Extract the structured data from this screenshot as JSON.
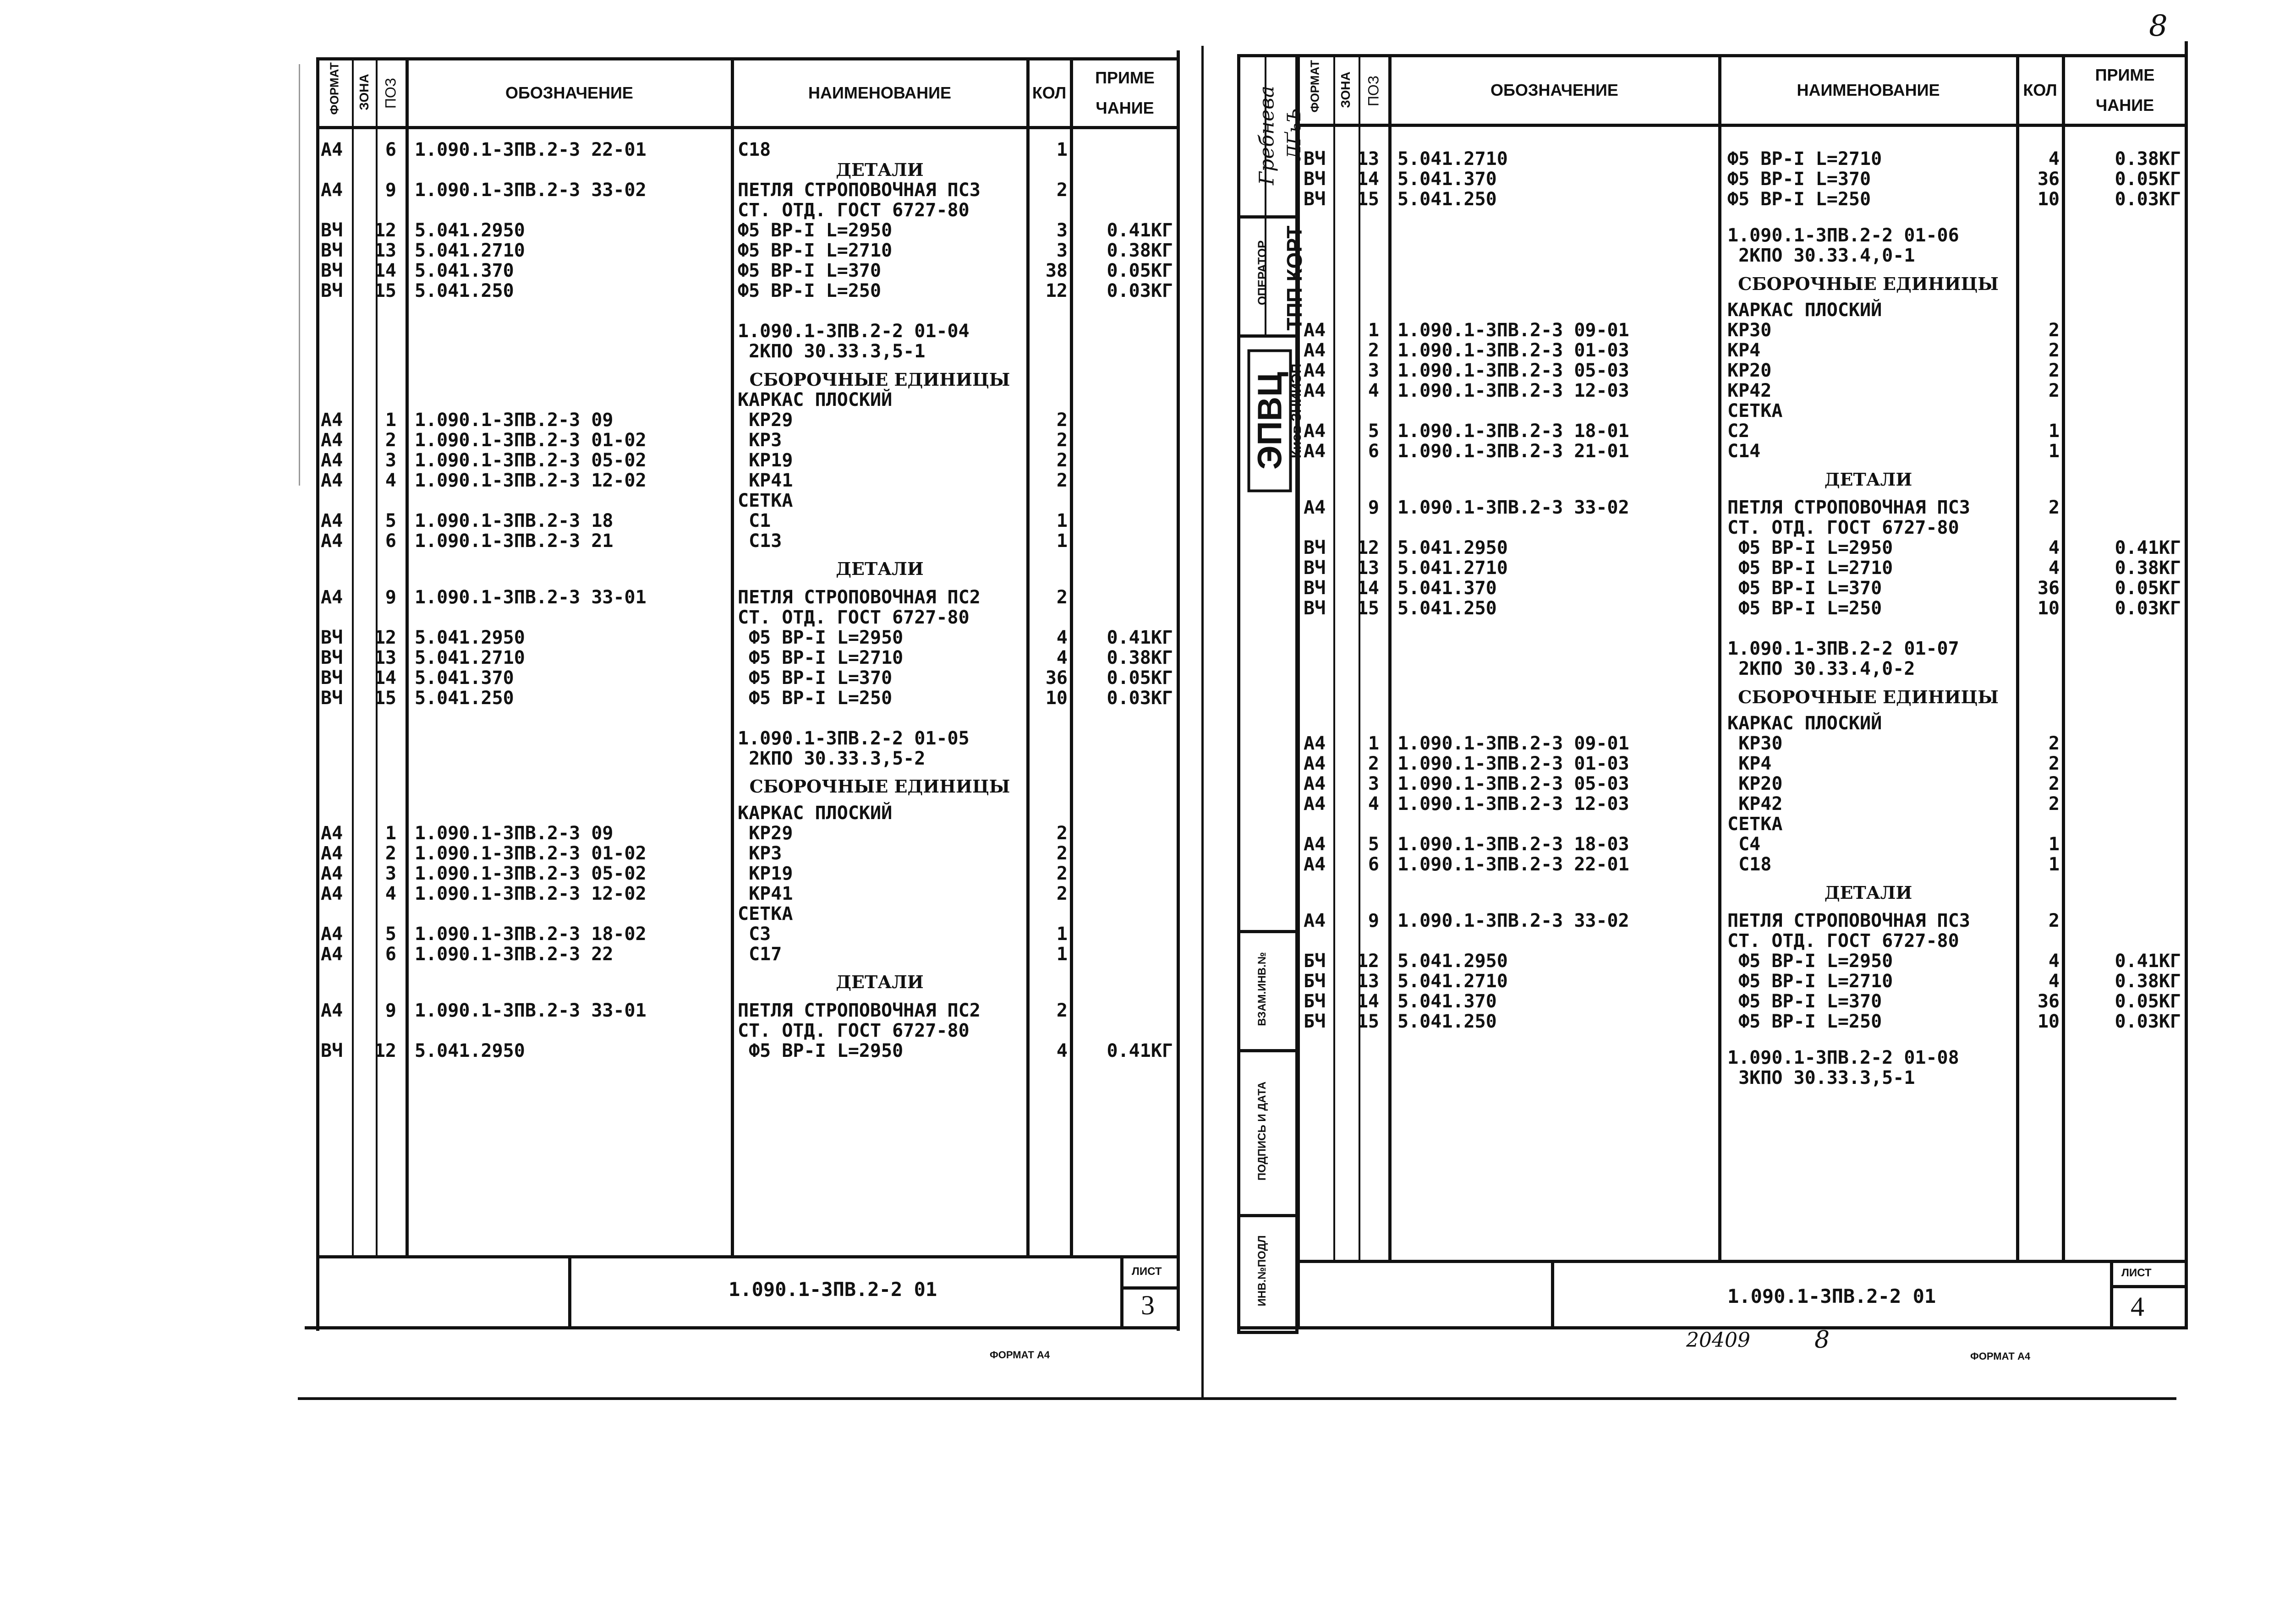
{
  "headers": {
    "format": "ФОРМАТ",
    "zone": "ЗОНА",
    "pos": "ПОЗ",
    "designation": "ОБОЗНАЧЕНИЕ",
    "name": "НАИМЕНОВАНИЕ",
    "qty": "КОЛ",
    "note1": "ПРИМЕ",
    "note2": "ЧАНИЕ"
  },
  "left_sheet": {
    "rows": [
      {
        "f": "А4",
        "p": "6",
        "d": "1.090.1-3ПВ.2-3 22-01",
        "n": "С18",
        "q": "1",
        "m": ""
      },
      {
        "h": "ДЕТАЛИ"
      },
      {
        "f": "А4",
        "p": "9",
        "d": "1.090.1-3ПВ.2-3 33-02",
        "n": "ПЕТЛЯ СТРОПОВОЧНАЯ ПС3",
        "q": "2",
        "m": ""
      },
      {
        "f": "",
        "p": "",
        "d": "",
        "n": "СТ. ОТД. ГОСТ 6727-80",
        "q": "",
        "m": ""
      },
      {
        "f": "ВЧ",
        "p": "12",
        "d": "5.041.2950",
        "n": "Ф5 ВР-I L=2950",
        "q": "3",
        "m": "0.41КГ"
      },
      {
        "f": "ВЧ",
        "p": "13",
        "d": "5.041.2710",
        "n": "Ф5 ВР-I L=2710",
        "q": "3",
        "m": "0.38КГ"
      },
      {
        "f": "ВЧ",
        "p": "14",
        "d": "5.041.370",
        "n": "Ф5 ВР-I L=370",
        "q": "38",
        "m": "0.05КГ"
      },
      {
        "f": "ВЧ",
        "p": "15",
        "d": "5.041.250",
        "n": "Ф5 ВР-I L=250",
        "q": "12",
        "m": "0.03КГ"
      },
      {
        "sp": 1
      },
      {
        "f": "",
        "p": "",
        "d": "",
        "n": "1.090.1-3ПВ.2-2 01-04",
        "q": "",
        "m": ""
      },
      {
        "f": "",
        "p": "",
        "d": "",
        "n": " 2КПО 30.33.3,5-1",
        "q": "",
        "m": ""
      },
      {
        "sp": 0.4
      },
      {
        "h": "СБОРОЧНЫЕ ЕДИНИЦЫ"
      },
      {
        "f": "",
        "p": "",
        "d": "",
        "n": "КАРКАС ПЛОСКИЙ",
        "q": "",
        "m": ""
      },
      {
        "f": "А4",
        "p": "1",
        "d": "1.090.1-3ПВ.2-3 09",
        "n": " КР29",
        "q": "2",
        "m": ""
      },
      {
        "f": "А4",
        "p": "2",
        "d": "1.090.1-3ПВ.2-3 01-02",
        "n": " КР3",
        "q": "2",
        "m": ""
      },
      {
        "f": "А4",
        "p": "3",
        "d": "1.090.1-3ПВ.2-3 05-02",
        "n": " КР19",
        "q": "2",
        "m": ""
      },
      {
        "f": "А4",
        "p": "4",
        "d": "1.090.1-3ПВ.2-3 12-02",
        "n": " КР41",
        "q": "2",
        "m": ""
      },
      {
        "f": "",
        "p": "",
        "d": "",
        "n": "СЕТКА",
        "q": "",
        "m": ""
      },
      {
        "f": "А4",
        "p": "5",
        "d": "1.090.1-3ПВ.2-3 18",
        "n": " С1",
        "q": "1",
        "m": ""
      },
      {
        "f": "А4",
        "p": "6",
        "d": "1.090.1-3ПВ.2-3 21",
        "n": " С13",
        "q": "1",
        "m": ""
      },
      {
        "sp": 0.4
      },
      {
        "h": "ДЕТАЛИ"
      },
      {
        "sp": 0.4
      },
      {
        "f": "А4",
        "p": "9",
        "d": "1.090.1-3ПВ.2-3 33-01",
        "n": "ПЕТЛЯ СТРОПОВОЧНАЯ ПС2",
        "q": "2",
        "m": ""
      },
      {
        "f": "",
        "p": "",
        "d": "",
        "n": "СТ. ОТД. ГОСТ 6727-80",
        "q": "",
        "m": ""
      },
      {
        "f": "ВЧ",
        "p": "12",
        "d": "5.041.2950",
        "n": " Ф5 ВР-I L=2950",
        "q": "4",
        "m": "0.41КГ"
      },
      {
        "f": "ВЧ",
        "p": "13",
        "d": "5.041.2710",
        "n": " Ф5 ВР-I L=2710",
        "q": "4",
        "m": "0.38КГ"
      },
      {
        "f": "ВЧ",
        "p": "14",
        "d": "5.041.370",
        "n": " Ф5 ВР-I L=370",
        "q": "36",
        "m": "0.05КГ"
      },
      {
        "f": "ВЧ",
        "p": "15",
        "d": "5.041.250",
        "n": " Ф5 ВР-I L=250",
        "q": "10",
        "m": "0.03КГ"
      },
      {
        "sp": 1
      },
      {
        "f": "",
        "p": "",
        "d": "",
        "n": "1.090.1-3ПВ.2-2 01-05",
        "q": "",
        "m": ""
      },
      {
        "f": "",
        "p": "",
        "d": "",
        "n": " 2КПО 30.33.3,5-2",
        "q": "",
        "m": ""
      },
      {
        "sp": 0.4
      },
      {
        "h": "СБОРОЧНЫЕ ЕДИНИЦЫ"
      },
      {
        "sp": 0.3
      },
      {
        "f": "",
        "p": "",
        "d": "",
        "n": "КАРКАС ПЛОСКИЙ",
        "q": "",
        "m": ""
      },
      {
        "f": "А4",
        "p": "1",
        "d": "1.090.1-3ПВ.2-3 09",
        "n": " КР29",
        "q": "2",
        "m": ""
      },
      {
        "f": "А4",
        "p": "2",
        "d": "1.090.1-3ПВ.2-3 01-02",
        "n": " КР3",
        "q": "2",
        "m": ""
      },
      {
        "f": "А4",
        "p": "3",
        "d": "1.090.1-3ПВ.2-3 05-02",
        "n": " КР19",
        "q": "2",
        "m": ""
      },
      {
        "f": "А4",
        "p": "4",
        "d": "1.090.1-3ПВ.2-3 12-02",
        "n": " КР41",
        "q": "2",
        "m": ""
      },
      {
        "f": "",
        "p": "",
        "d": "",
        "n": "СЕТКА",
        "q": "",
        "m": ""
      },
      {
        "f": "А4",
        "p": "5",
        "d": "1.090.1-3ПВ.2-3 18-02",
        "n": " С3",
        "q": "1",
        "m": ""
      },
      {
        "f": "А4",
        "p": "6",
        "d": "1.090.1-3ПВ.2-3 22",
        "n": " С17",
        "q": "1",
        "m": ""
      },
      {
        "sp": 0.4
      },
      {
        "h": "ДЕТАЛИ"
      },
      {
        "sp": 0.4
      },
      {
        "f": "А4",
        "p": "9",
        "d": "1.090.1-3ПВ.2-3 33-01",
        "n": "ПЕТЛЯ СТРОПОВОЧНАЯ ПС2",
        "q": "2",
        "m": ""
      },
      {
        "f": "",
        "p": "",
        "d": "",
        "n": "СТ. ОТД. ГОСТ 6727-80",
        "q": "",
        "m": ""
      },
      {
        "f": "ВЧ",
        "p": "12",
        "d": "5.041.2950",
        "n": " Ф5 ВР-I L=2950",
        "q": "4",
        "m": "0.41КГ"
      }
    ],
    "footer_code": "1.090.1-3ПВ.2-2 01",
    "sheet_label": "ЛИСТ",
    "sheet_number": "3",
    "format_label": "ФОРМАТ А4"
  },
  "right_sheet": {
    "rows": [
      {
        "f": "ВЧ",
        "p": "13",
        "d": "5.041.2710",
        "n": "Ф5 ВР-I L=2710",
        "q": "4",
        "m": "0.38КГ"
      },
      {
        "f": "ВЧ",
        "p": "14",
        "d": "5.041.370",
        "n": "Ф5 ВР-I L=370",
        "q": "36",
        "m": "0.05КГ"
      },
      {
        "f": "ВЧ",
        "p": "15",
        "d": "5.041.250",
        "n": "Ф5 ВР-I L=250",
        "q": "10",
        "m": "0.03КГ"
      },
      {
        "sp": 0.8
      },
      {
        "f": "",
        "p": "",
        "d": "",
        "n": "1.090.1-3ПВ.2-2 01-06",
        "q": "",
        "m": ""
      },
      {
        "f": "",
        "p": "",
        "d": "",
        "n": " 2КПО 30.33.4,0-1",
        "q": "",
        "m": ""
      },
      {
        "sp": 0.4
      },
      {
        "h": "СБОРОЧНЫЕ ЕДИНИЦЫ"
      },
      {
        "sp": 0.3
      },
      {
        "f": "",
        "p": "",
        "d": "",
        "n": "КАРКАС ПЛОСКИЙ",
        "q": "",
        "m": ""
      },
      {
        "f": "А4",
        "p": "1",
        "d": "1.090.1-3ПВ.2-3 09-01",
        "n": "КР30",
        "q": "2",
        "m": ""
      },
      {
        "f": "А4",
        "p": "2",
        "d": "1.090.1-3ПВ.2-3 01-03",
        "n": "КР4",
        "q": "2",
        "m": ""
      },
      {
        "f": "А4",
        "p": "3",
        "d": "1.090.1-3ПВ.2-3 05-03",
        "n": "КР20",
        "q": "2",
        "m": ""
      },
      {
        "f": "А4",
        "p": "4",
        "d": "1.090.1-3ПВ.2-3 12-03",
        "n": "КР42",
        "q": "2",
        "m": ""
      },
      {
        "f": "",
        "p": "",
        "d": "",
        "n": "СЕТКА",
        "q": "",
        "m": ""
      },
      {
        "f": "А4",
        "p": "5",
        "d": "1.090.1-3ПВ.2-3 18-01",
        "n": "С2",
        "q": "1",
        "m": ""
      },
      {
        "f": "А4",
        "p": "6",
        "d": "1.090.1-3ПВ.2-3 21-01",
        "n": "С14",
        "q": "1",
        "m": ""
      },
      {
        "sp": 0.4
      },
      {
        "h": "ДЕТАЛИ"
      },
      {
        "sp": 0.4
      },
      {
        "f": "А4",
        "p": "9",
        "d": "1.090.1-3ПВ.2-3 33-02",
        "n": "ПЕТЛЯ СТРОПОВОЧНАЯ ПС3",
        "q": "2",
        "m": ""
      },
      {
        "f": "",
        "p": "",
        "d": "",
        "n": "СТ. ОТД. ГОСТ 6727-80",
        "q": "",
        "m": ""
      },
      {
        "f": "ВЧ",
        "p": "12",
        "d": "5.041.2950",
        "n": " Ф5 ВР-I L=2950",
        "q": "4",
        "m": "0.41КГ"
      },
      {
        "f": "ВЧ",
        "p": "13",
        "d": "5.041.2710",
        "n": " Ф5 ВР-I L=2710",
        "q": "4",
        "m": "0.38КГ"
      },
      {
        "f": "ВЧ",
        "p": "14",
        "d": "5.041.370",
        "n": " Ф5 ВР-I L=370",
        "q": "36",
        "m": "0.05КГ"
      },
      {
        "f": "ВЧ",
        "p": "15",
        "d": "5.041.250",
        "n": " Ф5 ВР-I L=250",
        "q": "10",
        "m": "0.03КГ"
      },
      {
        "sp": 1
      },
      {
        "f": "",
        "p": "",
        "d": "",
        "n": "1.090.1-3ПВ.2-2 01-07",
        "q": "",
        "m": ""
      },
      {
        "f": "",
        "p": "",
        "d": "",
        "n": " 2КПО 30.33.4,0-2",
        "q": "",
        "m": ""
      },
      {
        "sp": 0.4
      },
      {
        "h": "СБОРОЧНЫЕ ЕДИНИЦЫ"
      },
      {
        "sp": 0.3
      },
      {
        "f": "",
        "p": "",
        "d": "",
        "n": "КАРКАС ПЛОСКИЙ",
        "q": "",
        "m": ""
      },
      {
        "f": "А4",
        "p": "1",
        "d": "1.090.1-3ПВ.2-3 09-01",
        "n": " КР30",
        "q": "2",
        "m": ""
      },
      {
        "f": "А4",
        "p": "2",
        "d": "1.090.1-3ПВ.2-3 01-03",
        "n": " КР4",
        "q": "2",
        "m": ""
      },
      {
        "f": "А4",
        "p": "3",
        "d": "1.090.1-3ПВ.2-3 05-03",
        "n": " КР20",
        "q": "2",
        "m": ""
      },
      {
        "f": "А4",
        "p": "4",
        "d": "1.090.1-3ПВ.2-3 12-03",
        "n": " КР42",
        "q": "2",
        "m": ""
      },
      {
        "f": "",
        "p": "",
        "d": "",
        "n": "СЕТКА",
        "q": "",
        "m": ""
      },
      {
        "f": "А4",
        "p": "5",
        "d": "1.090.1-3ПВ.2-3 18-03",
        "n": " С4",
        "q": "1",
        "m": ""
      },
      {
        "f": "А4",
        "p": "6",
        "d": "1.090.1-3ПВ.2-3 22-01",
        "n": " С18",
        "q": "1",
        "m": ""
      },
      {
        "sp": 0.4
      },
      {
        "h": "ДЕТАЛИ"
      },
      {
        "sp": 0.4
      },
      {
        "f": "А4",
        "p": "9",
        "d": "1.090.1-3ПВ.2-3 33-02",
        "n": "ПЕТЛЯ СТРОПОВОЧНАЯ ПС3",
        "q": "2",
        "m": ""
      },
      {
        "f": "",
        "p": "",
        "d": "",
        "n": "СТ. ОТД. ГОСТ 6727-80",
        "q": "",
        "m": ""
      },
      {
        "f": "БЧ",
        "p": "12",
        "d": "5.041.2950",
        "n": " Ф5 ВР-I L=2950",
        "q": "4",
        "m": "0.41КГ"
      },
      {
        "f": "БЧ",
        "p": "13",
        "d": "5.041.2710",
        "n": " Ф5 ВР-I L=2710",
        "q": "4",
        "m": "0.38КГ"
      },
      {
        "f": "БЧ",
        "p": "14",
        "d": "5.041.370",
        "n": " Ф5 ВР-I L=370",
        "q": "36",
        "m": "0.05КГ"
      },
      {
        "f": "БЧ",
        "p": "15",
        "d": "5.041.250",
        "n": " Ф5 ВР-I L=250",
        "q": "10",
        "m": "0.03КГ"
      },
      {
        "sp": 0.8
      },
      {
        "f": "",
        "p": "",
        "d": "",
        "n": "1.090.1-3ПВ.2-2 01-08",
        "q": "",
        "m": ""
      },
      {
        "f": "",
        "p": "",
        "d": "",
        "n": " 3КПО 30.33.3,5-1",
        "q": "",
        "m": ""
      }
    ],
    "footer_code": "1.090.1-3ПВ.2-2 01",
    "sheet_label": "ЛИСТ",
    "sheet_number": "4",
    "format_label": "ФОРМАТ А4",
    "stamp_number": "20409",
    "stamp_sheet": "8",
    "corner_number": "8"
  },
  "side_stamp": {
    "epvc": "ЭПВЦ",
    "kiev": "Киев ЗНИИЭП",
    "operator": "ОПЕРАТОР",
    "tpp": "ТПП КОРТ",
    "signature_name": "Гребнева",
    "inv_sub": "ИНВ.№ПОДЛ",
    "sign_date": "ПОДПИСЬ И ДАТА",
    "inv_swap": "ВЗАМ.ИНВ.№"
  }
}
